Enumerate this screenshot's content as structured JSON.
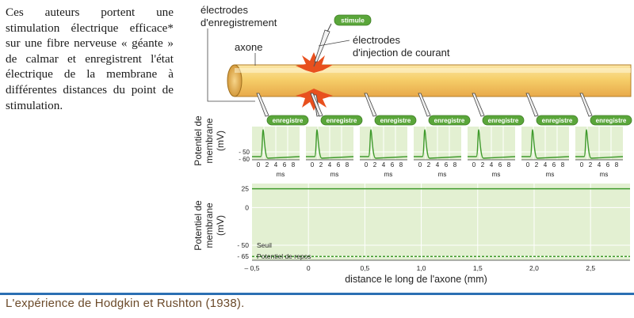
{
  "intro_text": "Ces auteurs portent une stimulation électrique efficace* sur une fibre nerveuse « géante » de calmar et enregistrent l'état électrique de la membrane à différentes distances du point de stimulation.",
  "labels": {
    "recording_electrodes_line1": "électrodes",
    "recording_electrodes_line2": "d'enregistrement",
    "stimulus": "stimule",
    "injection_electrodes_line1": "électrodes",
    "injection_electrodes_line2": "d'injection de courant",
    "axon": "axone",
    "record_tag": "enregistre"
  },
  "small_charts": {
    "ylabel_line1": "Potentiel de",
    "ylabel_line2": "membrane",
    "ylabel_unit": "(mV)",
    "y_ticks": [
      "- 50",
      "- 60"
    ],
    "x_ticks": [
      "0",
      "2",
      "4",
      "6",
      "8"
    ],
    "x_unit": "ms",
    "count": 7
  },
  "chart_data": {
    "type": "line",
    "xlabel": "distance le long de l'axone (mm)",
    "ylabel": "Potentiel de membrane (mV)",
    "xlim": [
      -0.5,
      2.85
    ],
    "ylim": [
      -70,
      32
    ],
    "x_ticks": [
      "– 0,5",
      "0",
      "0,5",
      "1,0",
      "1,5",
      "2,0",
      "2,5"
    ],
    "x_tick_values": [
      -0.5,
      0,
      0.5,
      1.0,
      1.5,
      2.0,
      2.5
    ],
    "y_ticks": [
      "25",
      "0",
      "- 50",
      "- 65"
    ],
    "y_tick_values": [
      25,
      0,
      -50,
      -65
    ],
    "series": [
      {
        "name": "",
        "x": [
          -0.5,
          2.85
        ],
        "y": [
          25,
          25
        ],
        "style": "solid"
      },
      {
        "name": "Seuil",
        "x": [
          -0.5,
          2.85
        ],
        "y": [
          -50,
          -50
        ],
        "style": "none"
      },
      {
        "name": "Potentiel de repos",
        "x": [
          -0.5,
          2.85
        ],
        "y": [
          -65,
          -65
        ],
        "style": "dashed"
      }
    ],
    "annotations": [
      "Seuil",
      "Potentiel de repos"
    ],
    "grid": true,
    "colors": {
      "trace": "#3f9a2c",
      "panel_bg": "#e3f0d2",
      "grid": "#ffffff"
    }
  },
  "caption": "L'expérience de Hodgkin et Rushton (1938).",
  "colors": {
    "caption": "#6b4a2a",
    "rule": "#2b6fb3",
    "tag_green": "#5aa63a",
    "axon": "#f4c25a",
    "flash": "#e8501e"
  }
}
